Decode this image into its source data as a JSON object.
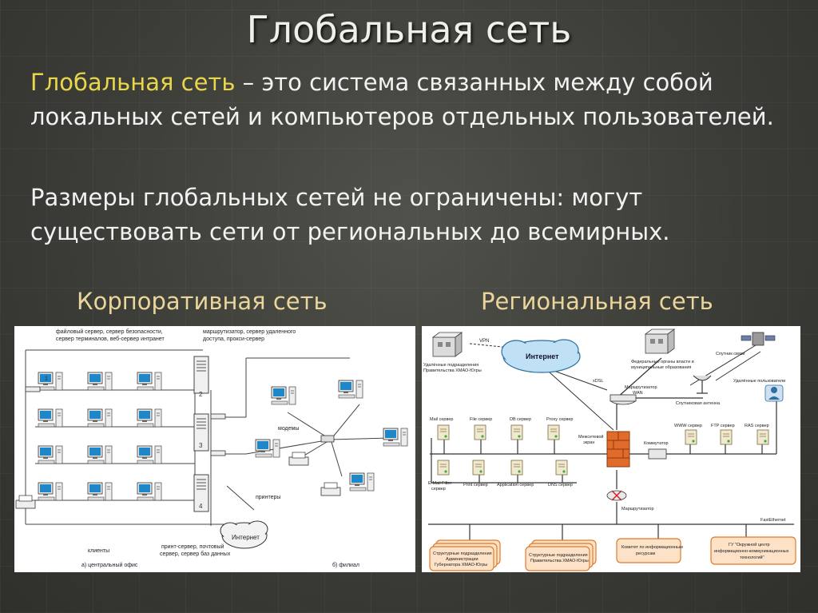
{
  "slide": {
    "title": "Глобальная сеть",
    "def_term": "Глобальная сеть",
    "def_rest": " – это система связанных между собой локальных сетей и компьютеров отдельных пользователей.",
    "para2": "Размеры глобальных сетей не ограничены: могут существовать сети от региональных до всемирных."
  },
  "corporate": {
    "caption": "Корпоративная сеть",
    "top_label_1a": "файловый сервер, сервер безопасности,",
    "top_label_1b": "сервер терминалов, веб-сервер интранет",
    "top_label_2a": "маршрутизатор, сервер удаленного",
    "top_label_2b": "доступа, прокси-сервер",
    "modems": "модемы",
    "printers": "принтеры",
    "internet": "Интернет",
    "clients": "клиенты",
    "bottom_1": "принт-сервер, почтовый",
    "bottom_2": "сервер, сервер баз данных",
    "office_a": "а)  центральный офис",
    "office_b": "б)  филиал",
    "num1": "1",
    "num2": "2",
    "num3": "3",
    "num4": "4"
  },
  "regional": {
    "caption": "Региональная сеть",
    "internet": "Интернет",
    "vpn": "VPN",
    "remote_unit_1": "Удалённые подразделения",
    "remote_unit_2": "Правительства ХМАО-Югры",
    "fed_1": "Федеральные органы власти и",
    "fed_2": "муниципальные образования",
    "satellite": "Спутник связи",
    "router_wan_1": "Маршрутизатор",
    "router_wan_2": "WAN",
    "sat_antenna": "Спутниковая антенна",
    "remote_users": "Удалённые пользователи",
    "xdsl": "xDSL",
    "srv_mail": "Mail сервер",
    "srv_file": "File сервер",
    "srv_db": "DB сервер",
    "srv_proxy": "Proxy сервер",
    "srv_www": "WWW сервер",
    "srv_ftp": "FTP сервер",
    "srv_ras": "RAS сервер",
    "firewall_1": "Межсетевой",
    "firewall_2": "экран",
    "switch": "Коммутатор",
    "router": "Маршрутизатор",
    "emf_1": "E-Mail Filter",
    "emf_2": "сервер",
    "print": "Print сервер",
    "app": "Application сервер",
    "dns": "DNS сервер",
    "fastethernet": "FastEthernet",
    "box1_1": "Структурные подразделения",
    "box1_2": "Администрации",
    "box1_3": "Губернатора ХМАО-Югры",
    "box2_1": "Структурные подразделения",
    "box2_2": "Правительства ХМАО-Югры",
    "box3_1": "Комитет по информационным",
    "box3_2": "ресурсам",
    "box4_1": "ГУ \"Окружной центр",
    "box4_2": "информационно-коммуникационных",
    "box4_3": "технологий\""
  }
}
